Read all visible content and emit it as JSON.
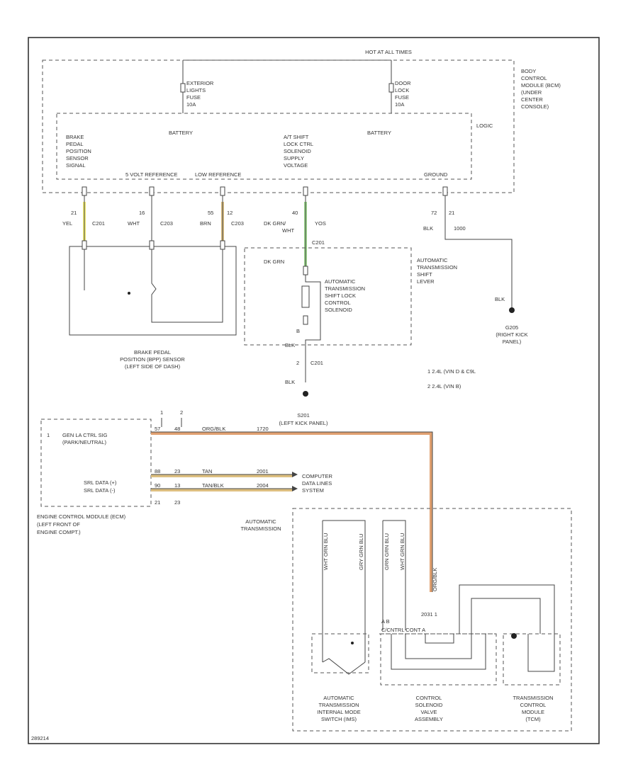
{
  "colors": {
    "yellow_wire": "#f2ec72",
    "green_wire": "#9bd98b",
    "tan_wire": "#ddbf80",
    "orange_wire": "#e0a070",
    "black_wire": "#333333",
    "line": "#444444"
  },
  "top": {
    "hot_at_all_times": "HOT AT ALL TIMES",
    "fuse_left": [
      "EXTERIOR",
      "LIGHTS",
      "FUSE",
      "10A"
    ],
    "fuse_right": [
      "DOOR",
      "LOCK",
      "FUSE",
      "10A"
    ],
    "bcm_label": [
      "BODY",
      "CONTROL",
      "MODULE (BCM)",
      "(UNDER",
      "CENTER",
      "CONSOLE)"
    ],
    "battery_left": "BATTERY",
    "battery_right": "BATTERY",
    "logic": "LOGIC",
    "brake_sensor_signal": [
      "BRAKE",
      "PEDAL",
      "POSITION",
      "SENSOR",
      "SIGNAL"
    ],
    "shift_lock_supply": [
      "A/T SHIFT",
      "LOCK CTRL",
      "SOLENOID",
      "SUPPLY",
      "VOLTAGE"
    ],
    "five_volt_reference": "5 VOLT REFERENCE",
    "low_reference": "LOW REFERENCE",
    "ground": "GROUND"
  },
  "wires": {
    "w1": [
      "21",
      "YEL",
      "C201"
    ],
    "w2": [
      "16",
      "WHT",
      "C203"
    ],
    "w3": [
      "55",
      "BRN",
      "C203",
      "12"
    ],
    "w4": [
      "40",
      "DK GRN/",
      "WHT",
      "YOS"
    ],
    "w5": [
      "72",
      "21",
      "BLK",
      "1000"
    ]
  },
  "brake_sensor": {
    "label": [
      "BRAKE PEDAL",
      "POSITION (BPP) SENSOR",
      "(LEFT SIDE OF DASH)"
    ]
  },
  "shift_lever": {
    "connector": "C201",
    "wire_in": "DK GRN",
    "label": [
      "AUTOMATIC",
      "TRANSMISSION",
      "SHIFT",
      "LEVER"
    ],
    "solenoid": [
      "AUTOMATIC",
      "TRANSMISSION",
      "SHIFT LOCK",
      "CONTROL",
      "SOLENOID"
    ],
    "pin_b": "B",
    "blk_out": "BLK",
    "c201_low": [
      "2",
      "C201"
    ],
    "blk_low": "BLK"
  },
  "ground_right": {
    "wire": "BLK",
    "label": [
      "G205",
      "(RIGHT KICK",
      "PANEL)"
    ]
  },
  "notes": [
    "1   2.4L (VIN D & C9L",
    "2   2.4L (VIN B)"
  ],
  "ecm": {
    "notes_top": [
      "1",
      "2"
    ],
    "splice": [
      "S201",
      "(LEFT KICK PANEL)"
    ],
    "internal_1": [
      "1",
      "GEN LA CTRL SIG",
      "(PARK/NEUTRAL)"
    ],
    "row1": [
      "57",
      "48",
      "ORG/BLK",
      "1720"
    ],
    "row2": [
      "88",
      "23",
      "TAN",
      "2001"
    ],
    "row3": [
      "90",
      "13",
      "TAN/BLK",
      "2004"
    ],
    "ser_data_hi": "SRL DATA (+)",
    "ser_data_lo": "SRL DATA (-)",
    "bottom_pins": [
      "21",
      "23"
    ],
    "data_system": [
      "COMPUTER",
      "DATA LINES",
      "SYSTEM"
    ],
    "label": [
      "ENGINE CONTROL MODULE (ECM)",
      "(LEFT FRONT OF",
      "ENGINE COMPT.)"
    ]
  },
  "transmission": {
    "label": [
      "AUTOMATIC",
      "TRANSMISSION"
    ],
    "vertical_wires": [
      "WHT ORN BLU",
      "GRY GRN BLU",
      "GRN GRN BLU",
      "WHT GRN BLU",
      "ORG/BLK"
    ],
    "connector_row": "A  B",
    "connector_mid": "C/CNTRL CONT A",
    "c201_right": "2031  1",
    "switch_label": [
      "AUTOMATIC",
      "TRANSMISSION",
      "INTERNAL MODE",
      "SWITCH (IMS)"
    ],
    "solenoid_label": [
      "CONTROL",
      "SOLENOID",
      "VALVE",
      "ASSEMBLY"
    ],
    "tcm_label": [
      "TRANSMISSION",
      "CONTROL",
      "MODULE",
      "(TCM)"
    ]
  },
  "footer_id": "289214"
}
